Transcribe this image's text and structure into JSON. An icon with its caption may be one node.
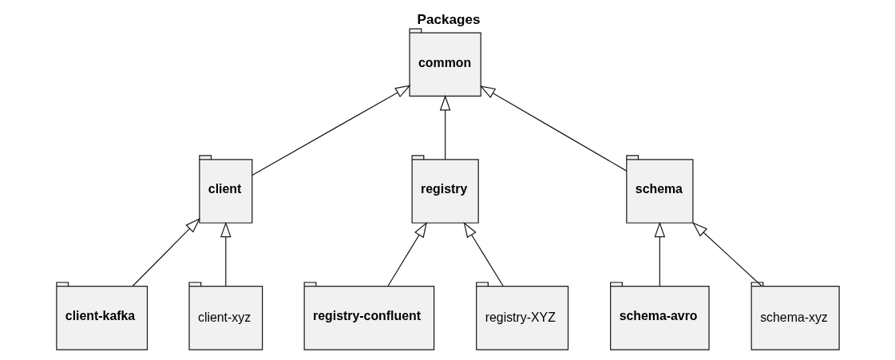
{
  "diagram": {
    "title": "Packages",
    "nodes": [
      {
        "text": [
          "common"
        ]
      },
      {
        "text": [
          "client"
        ]
      },
      {
        "text": [
          "registry"
        ]
      },
      {
        "text": [
          "schema"
        ]
      },
      {
        "text": [
          "client-kafka"
        ]
      },
      {
        "text": [
          "client-xyz"
        ]
      },
      {
        "text": [
          "registry-confluent"
        ]
      },
      {
        "text": [
          "registry-XYZ"
        ]
      },
      {
        "text": [
          "schema-avro"
        ]
      },
      {
        "text": [
          "schema-xyz"
        ]
      }
    ],
    "edges": [
      {
        "from": 1,
        "to": 0,
        "arrow": "to"
      },
      {
        "from": 2,
        "to": 0,
        "arrow": "to"
      },
      {
        "from": 3,
        "to": 0,
        "arrow": "to"
      },
      {
        "from": 4,
        "to": 1,
        "arrow": "to"
      },
      {
        "from": 5,
        "to": 1,
        "arrow": "to"
      },
      {
        "from": 6,
        "to": 2,
        "arrow": "to"
      },
      {
        "from": 7,
        "to": 2,
        "arrow": "to"
      },
      {
        "from": 8,
        "to": 3,
        "arrow": "to"
      },
      {
        "from": 9,
        "to": 3,
        "arrow": "to"
      }
    ]
  }
}
